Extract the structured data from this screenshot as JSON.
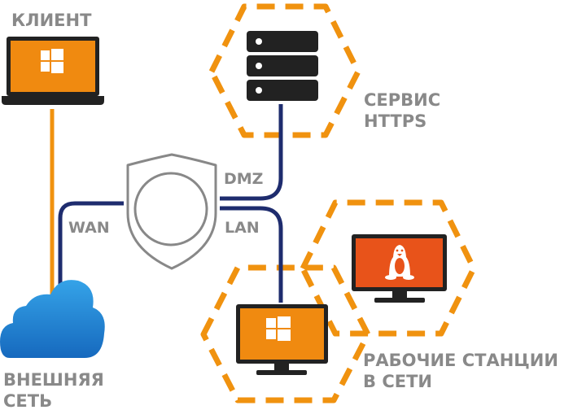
{
  "labels": {
    "client": "КЛИЕНТ",
    "https_service_line1": "СЕРВИС",
    "https_service_line2": "HTTPS",
    "dmz": "DMZ",
    "lan": "LAN",
    "wan": "WAN",
    "workstations_line1": "РАБОЧИЕ СТАНЦИИ",
    "workstations_line2": "В СЕТИ",
    "external_network_line1": "ВНЕШНЯЯ",
    "external_network_line2": "СЕТЬ"
  },
  "colors": {
    "orange": "#F0920F",
    "orange_screen": "#F08A10",
    "linux_screen": "#E8531A",
    "navy": "#1E2C6E",
    "dark": "#222222",
    "gray_text": "#898989",
    "cloud_blue": "#1E82D2"
  },
  "icons": {
    "client": "laptop-windows-icon",
    "server": "server-rack-icon",
    "firewall": "shield-firewall-icon",
    "cloud": "cloud-icon",
    "linux_workstation": "monitor-linux-icon",
    "windows_workstation": "monitor-windows-icon"
  }
}
